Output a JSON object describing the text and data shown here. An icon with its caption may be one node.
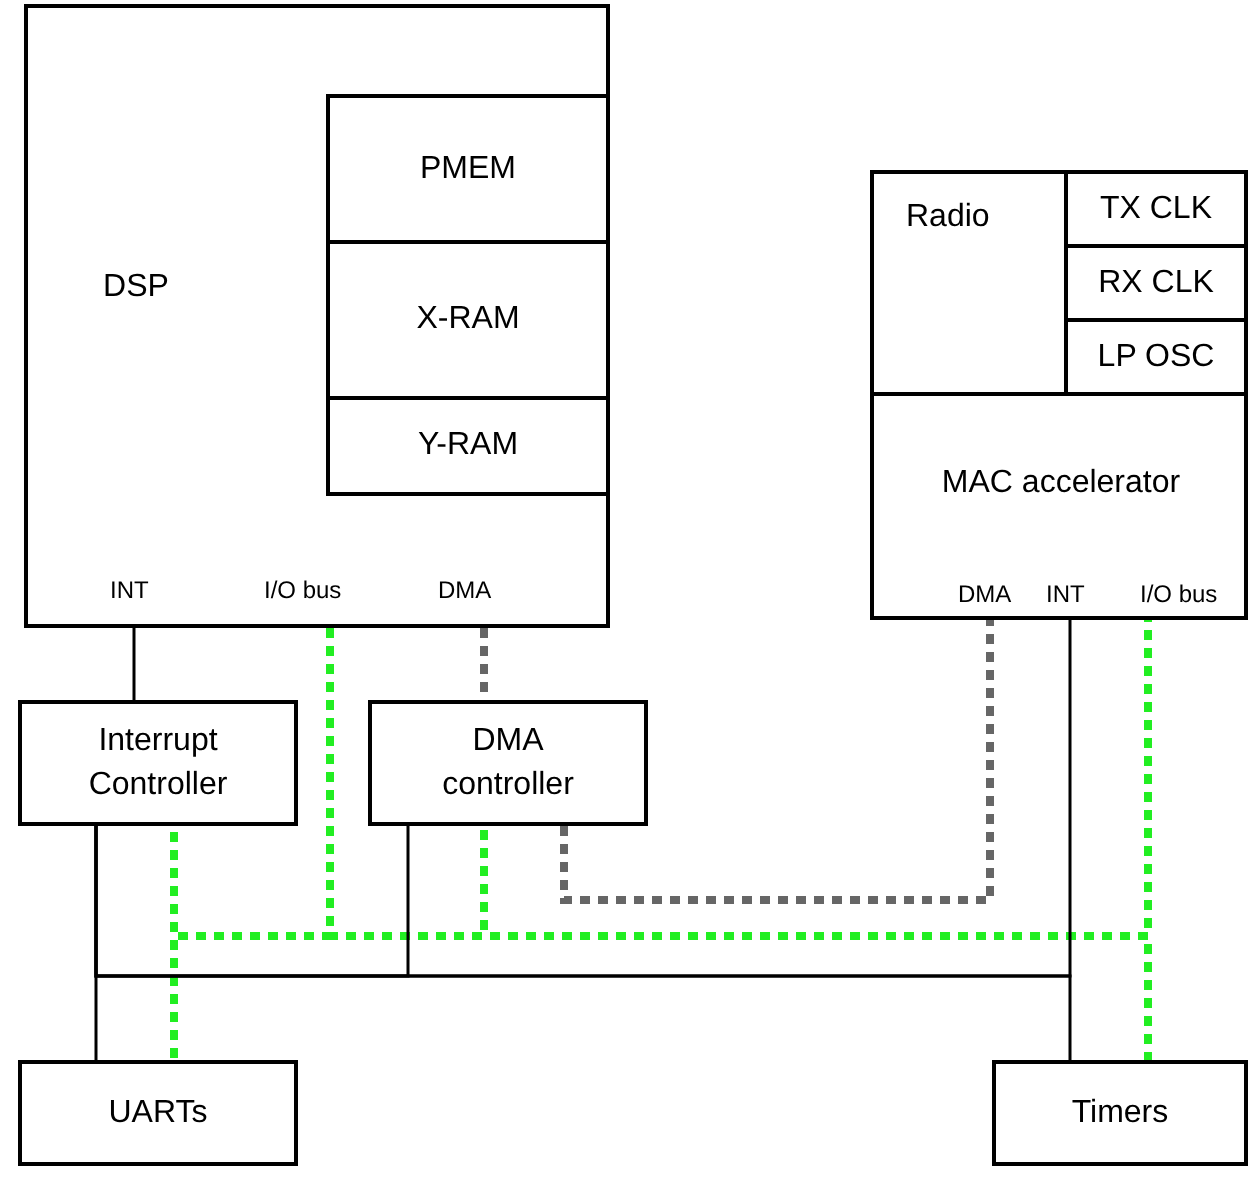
{
  "diagram": {
    "nodes": [
      {
        "text": [
          "DSP",
          "INT",
          "I/O bus",
          "DMA"
        ]
      },
      {
        "text": [
          "PMEM"
        ],
        "in": 0
      },
      {
        "text": [
          "X-RAM"
        ],
        "in": 0
      },
      {
        "text": [
          "Y-RAM"
        ],
        "in": 0
      },
      {
        "text": [
          "Radio"
        ]
      },
      {
        "text": [
          "TX CLK"
        ]
      },
      {
        "text": [
          "RX CLK"
        ]
      },
      {
        "text": [
          "LP OSC"
        ]
      },
      {
        "text": [
          "MAC accelerator",
          "DMA",
          "INT",
          "I/O bus"
        ]
      },
      {
        "text": [
          "Interrupt Controller"
        ]
      },
      {
        "text": [
          "DMA controller"
        ]
      },
      {
        "text": [
          "UARTs"
        ]
      },
      {
        "text": [
          "Timers"
        ]
      }
    ],
    "edges": [
      {
        "from": 0,
        "to": 9,
        "arrow": "none"
      },
      {
        "from": 0,
        "to": 9,
        "arrow": "none",
        "style": "dashed",
        "color": "#22ee22"
      },
      {
        "from": 0,
        "to": 10,
        "arrow": "none",
        "style": "dashed",
        "color": "#22ee22"
      },
      {
        "from": 0,
        "to": 11,
        "arrow": "none",
        "style": "dashed",
        "color": "#22ee22"
      },
      {
        "from": 0,
        "to": 8,
        "arrow": "none",
        "style": "dashed",
        "color": "#22ee22"
      },
      {
        "from": 0,
        "to": 12,
        "arrow": "none",
        "style": "dashed",
        "color": "#22ee22"
      },
      {
        "from": 9,
        "to": 11,
        "arrow": "none"
      },
      {
        "from": 9,
        "to": 10,
        "arrow": "none"
      },
      {
        "from": 9,
        "to": 8,
        "arrow": "none"
      },
      {
        "from": 9,
        "to": 12,
        "arrow": "none"
      },
      {
        "from": 0,
        "to": 10,
        "arrow": "none",
        "style": "dashed",
        "color": "#666666"
      },
      {
        "from": 10,
        "to": 8,
        "arrow": "none",
        "style": "dashed",
        "color": "#666666"
      }
    ]
  }
}
